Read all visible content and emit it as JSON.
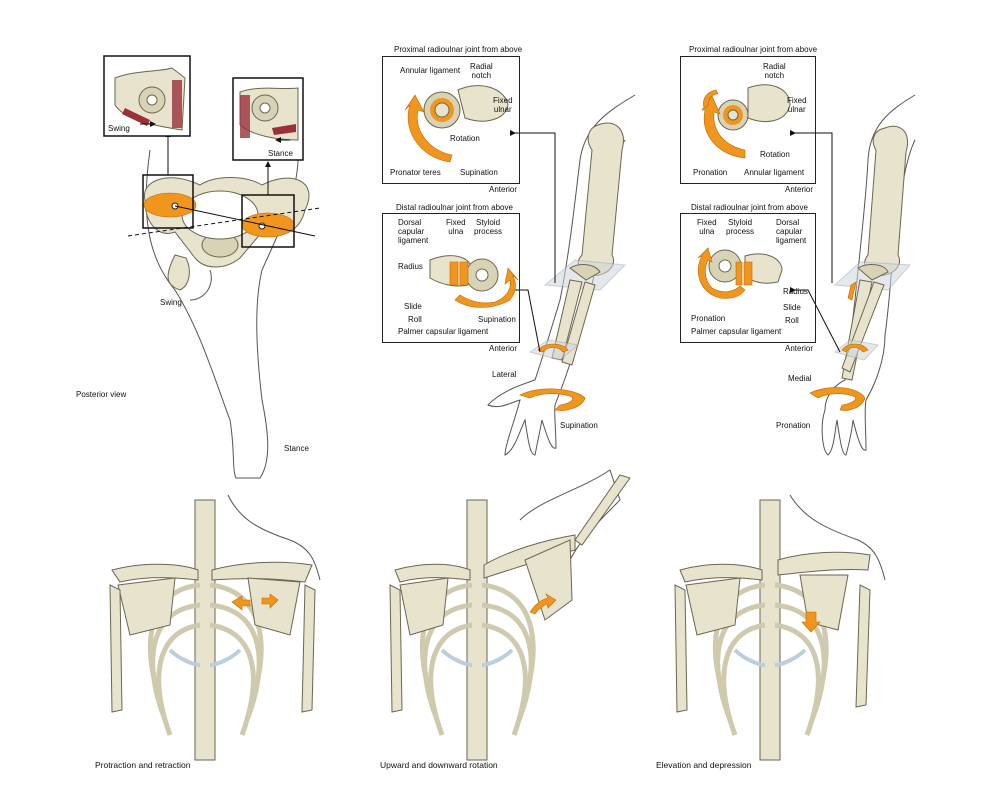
{
  "hip": {
    "swing_inset": "Swing",
    "stance_inset": "Stance",
    "swing": "Swing",
    "posterior_view": "Posterior view",
    "stance": "Stance"
  },
  "supination_panel": {
    "proximal_title": "Proximal radioulnar joint from above",
    "proximal_labels": {
      "annular_ligament": "Annular ligament",
      "radial_notch": "Radial\nnotch",
      "fixed_ulnar": "Fixed\nulnar",
      "rotation": "Rotation",
      "pronator_teres": "Pronator teres",
      "supination": "Supination"
    },
    "anterior_1": "Anterior",
    "distal_title": "Distal radioulnar joint from above",
    "distal_labels": {
      "dorsal_capular_ligament": "Dorsal\ncapular\nligament",
      "fixed_ulna": "Fixed\nulna",
      "styloid_process": "Styloid\nprocess",
      "radius": "Radius",
      "slide": "Slide",
      "roll": "Roll",
      "supination": "Supination",
      "palmer_capsular_ligament": "Palmer capsular ligament"
    },
    "anterior_2": "Anterior",
    "lateral": "Lateral",
    "supination_arm": "Supination"
  },
  "pronation_panel": {
    "proximal_title": "Proximal radioulnar joint from above",
    "proximal_labels": {
      "radial_notch": "Radial\nnotch",
      "fixed_ulnar": "Fixed\nulnar",
      "rotation": "Rotation",
      "pronation": "Pronation",
      "annular_ligament": "Annular ligament"
    },
    "anterior_1": "Anterior",
    "distal_title": "Distal radioulnar joint from above",
    "distal_labels": {
      "fixed_ulna": "Fixed\nulna",
      "styloid_process": "Styloid\nprocess",
      "dorsal_capular_ligament": "Dorsal\ncapular\nligament",
      "radius": "Radius",
      "slide": "Slide",
      "roll": "Roll",
      "pronation": "Pronation",
      "palmer_capsular_ligament": "Palmer capsular ligament"
    },
    "anterior_2": "Anterior",
    "medial": "Medial",
    "pronation_arm": "Pronation"
  },
  "scapula": {
    "caption_1": "Protraction and retraction",
    "caption_2": "Upward and downward rotation",
    "caption_3": "Elevation and depression"
  },
  "colors": {
    "arrow": "#f0961e",
    "bone": "#e8e3cc",
    "cartilage": "#b9cfe0"
  }
}
